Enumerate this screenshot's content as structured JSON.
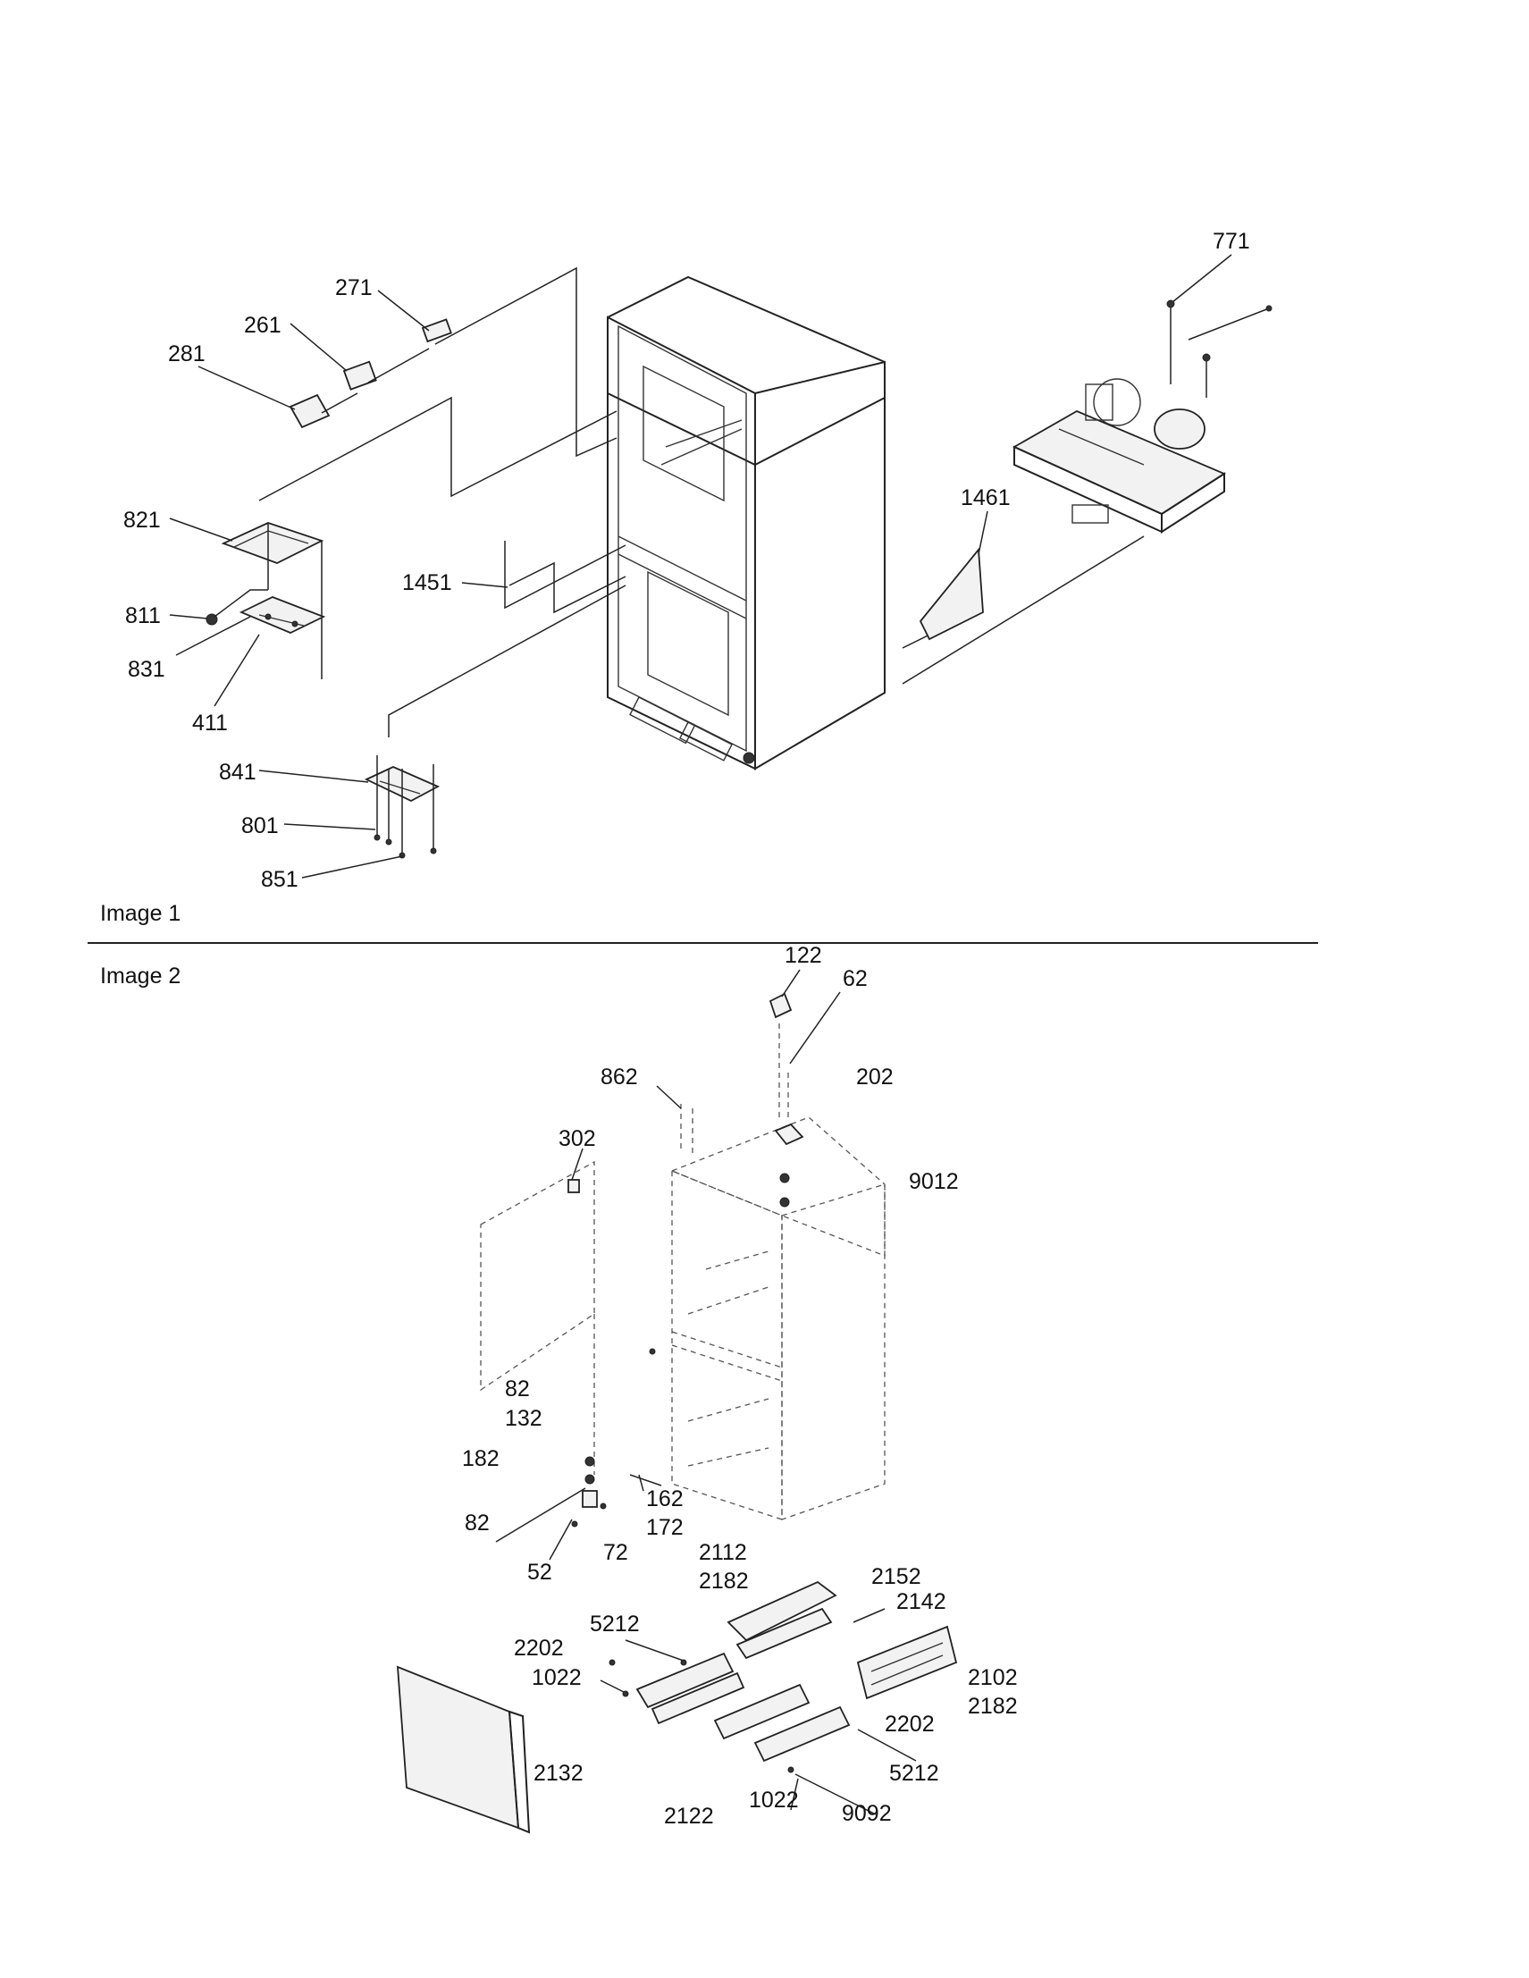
{
  "image1": {
    "title": "Image 1",
    "labels": {
      "p771": "771",
      "p271": "271",
      "p261": "261",
      "p281": "281",
      "p821": "821",
      "p1451": "1451",
      "p1461": "1461",
      "p811": "811",
      "p831": "831",
      "p411": "411",
      "p841": "841",
      "p801": "801",
      "p851": "851"
    }
  },
  "image2": {
    "title": "Image 2",
    "labels": {
      "p122": "122",
      "p62": "62",
      "p862": "862",
      "p202": "202",
      "p302": "302",
      "p9012": "9012",
      "p82a": "82",
      "p132": "132",
      "p182": "182",
      "p82b": "82",
      "p162": "162",
      "p172": "172",
      "p52": "52",
      "p72": "72",
      "p2112": "2112",
      "p2182a": "2182",
      "p2152": "2152",
      "p2142": "2142",
      "p5212a": "5212",
      "p2202a": "2202",
      "p1022a": "1022",
      "p2102": "2102",
      "p2182b": "2182",
      "p2202b": "2202",
      "p2132": "2132",
      "p5212b": "5212",
      "p1022b": "1022",
      "p9092": "9092",
      "p2122": "2122"
    }
  }
}
